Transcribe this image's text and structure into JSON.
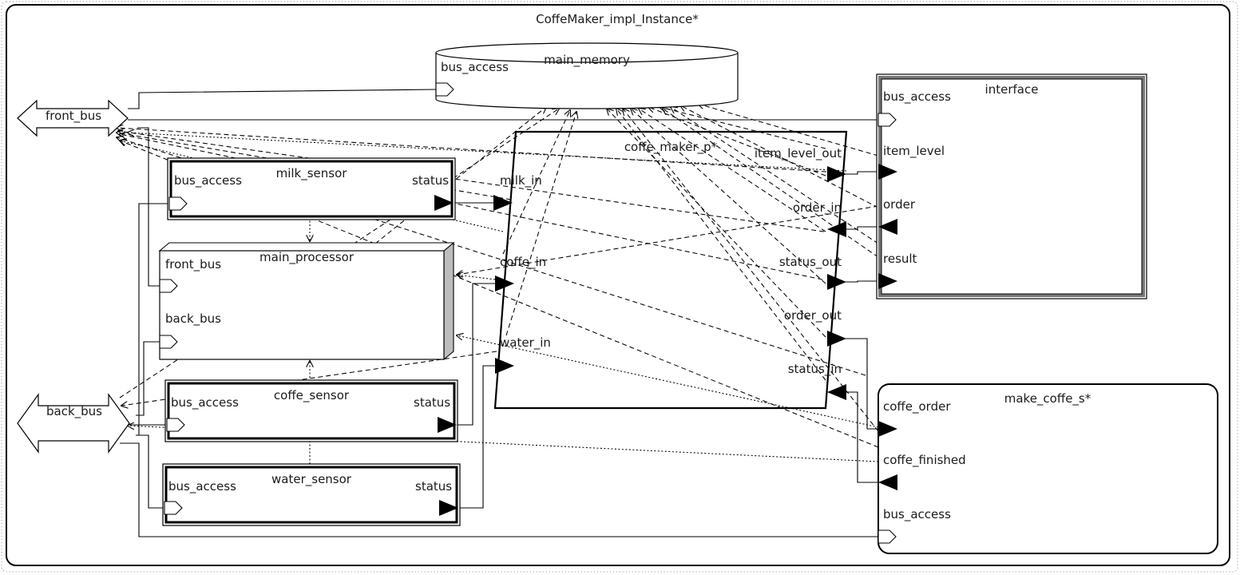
{
  "diagram": {
    "title": "CoffeMaker_impl_Instance*",
    "buses": {
      "front_bus": "front_bus",
      "back_bus": "back_bus"
    },
    "main_memory": {
      "name": "main_memory",
      "port_bus_access": "bus_access"
    },
    "interface": {
      "name": "interface",
      "port_bus_access": "bus_access",
      "port_item_level": "item_level",
      "port_order": "order",
      "port_result": "result"
    },
    "milk_sensor": {
      "name": "milk_sensor",
      "port_bus_access": "bus_access",
      "port_status": "status"
    },
    "main_processor": {
      "name": "main_processor",
      "port_front_bus": "front_bus",
      "port_back_bus": "back_bus"
    },
    "coffe_sensor": {
      "name": "coffe_sensor",
      "port_bus_access": "bus_access",
      "port_status": "status"
    },
    "water_sensor": {
      "name": "water_sensor",
      "port_bus_access": "bus_access",
      "port_status": "status"
    },
    "coffe_maker_p": {
      "name": "coffe_maker_p*",
      "port_milk_in": "milk_in",
      "port_coffe_in": "coffe_in",
      "port_water_in": "water_in",
      "port_item_level_out": "item_level_out",
      "port_order_in": "order_in",
      "port_status_out": "status_out",
      "port_order_out": "order_out",
      "port_status_in": "status_in"
    },
    "make_coffe_s": {
      "name": "make_coffe_s*",
      "port_coffe_order": "coffe_order",
      "port_coffe_finished": "coffe_finished",
      "port_bus_access": "bus_access"
    }
  }
}
